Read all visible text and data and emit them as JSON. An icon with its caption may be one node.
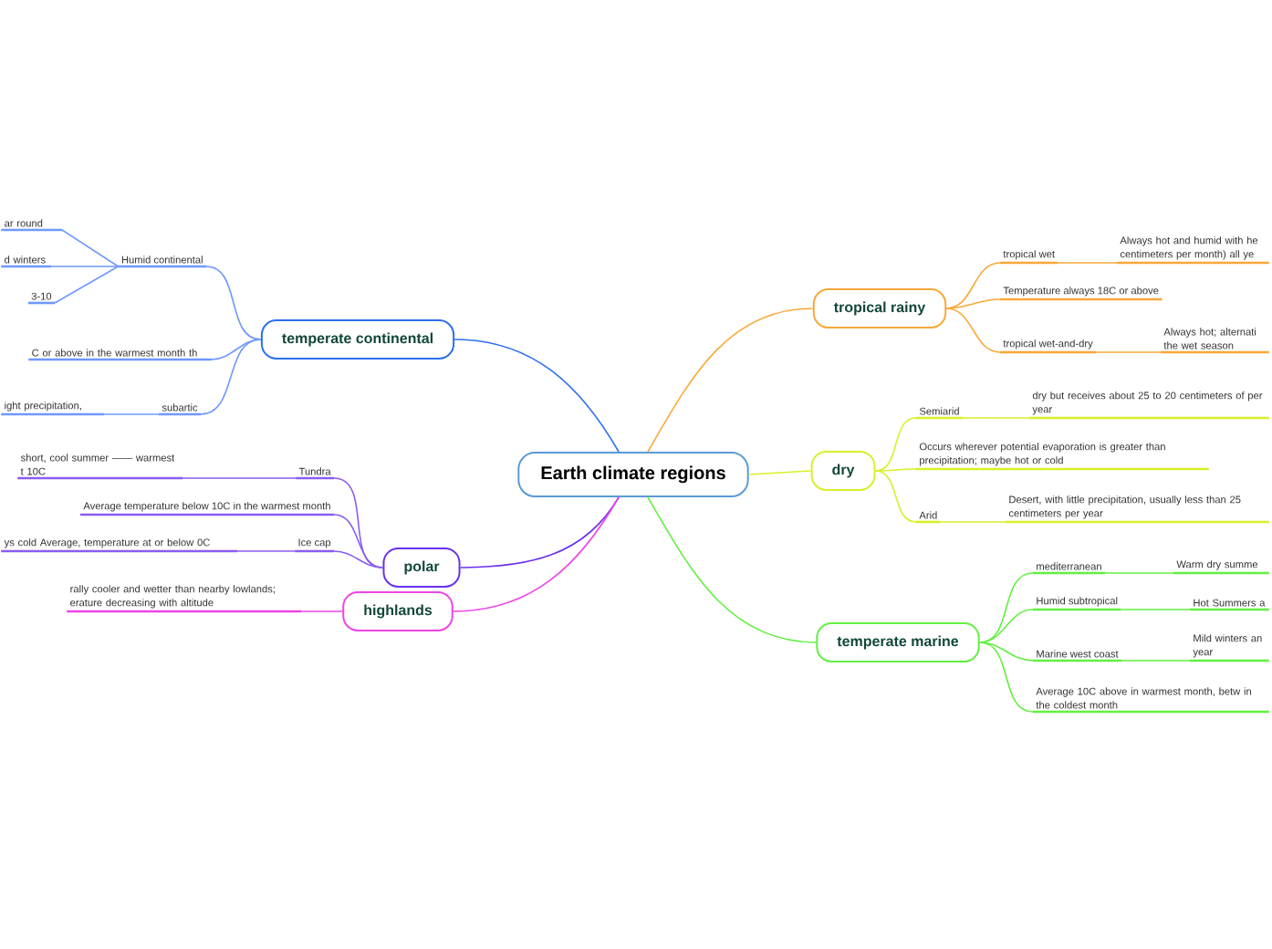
{
  "diagram": {
    "nodes": [
      {
        "text": [
          "Earth climate regions"
        ]
      },
      {
        "text": [
          "tropical rainy"
        ]
      },
      {
        "text": [
          "tropical wet"
        ]
      },
      {
        "text": [
          "Always hot and humid with he centimeters per month) all ye"
        ]
      },
      {
        "text": [
          "Temperature always 18C or above"
        ]
      },
      {
        "text": [
          "tropical wet-and-dry"
        ]
      },
      {
        "text": [
          "Always hot; alternati the wet season"
        ]
      },
      {
        "text": [
          "dry"
        ]
      },
      {
        "text": [
          "Semiarid"
        ]
      },
      {
        "text": [
          "dry but receives about 25 to 20 centimeters of per year"
        ]
      },
      {
        "text": [
          "Occurs wherever potential evaporation is greater than precipitation; maybe hot or cold"
        ]
      },
      {
        "text": [
          "Arid"
        ]
      },
      {
        "text": [
          "Desert, with  little precipitation, usually less than 25 centimeters per year"
        ]
      },
      {
        "text": [
          "temperate marine"
        ]
      },
      {
        "text": [
          "mediterranean"
        ]
      },
      {
        "text": [
          "Warm dry summe"
        ]
      },
      {
        "text": [
          "Humid subtropical"
        ]
      },
      {
        "text": [
          "Hot Summers a"
        ]
      },
      {
        "text": [
          "Marine west coast"
        ]
      },
      {
        "text": [
          "Mild winters an year"
        ]
      },
      {
        "text": [
          "Average 10C above in warmest month, betw in the coldest month"
        ]
      },
      {
        "text": [
          "temperate continental"
        ]
      },
      {
        "text": [
          "Humid continental"
        ]
      },
      {
        "text": [
          "ar round"
        ]
      },
      {
        "text": [
          "d winters"
        ]
      },
      {
        "text": [
          "3-10"
        ]
      },
      {
        "text": [
          "C or above in the warmest month th"
        ]
      },
      {
        "text": [
          "subartic"
        ]
      },
      {
        "text": [
          "ight precipitation,"
        ]
      },
      {
        "text": [
          "polar"
        ]
      },
      {
        "text": [
          "Tundra"
        ]
      },
      {
        "text": [
          "short, cool summer —— warmest t 10C"
        ]
      },
      {
        "text": [
          "Average temperature below 10C in the warmest month"
        ]
      },
      {
        "text": [
          "Ice cap"
        ]
      },
      {
        "text": [
          "ys cold Average, temperature at or below 0C"
        ]
      },
      {
        "text": [
          "highlands"
        ]
      },
      {
        "text": [
          "rally cooler and wetter than nearby lowlands; erature decreasing with altitude"
        ]
      }
    ],
    "edges": [
      {
        "from": 0,
        "to": 1,
        "arrow": "none",
        "color": "#f9a83a"
      },
      {
        "from": 1,
        "to": 2,
        "arrow": "none",
        "color": "#f9a83a"
      },
      {
        "from": 2,
        "to": 3,
        "arrow": "none",
        "color": "#f9a83a"
      },
      {
        "from": 1,
        "to": 4,
        "arrow": "none",
        "color": "#f9a83a"
      },
      {
        "from": 1,
        "to": 5,
        "arrow": "none",
        "color": "#f9a83a"
      },
      {
        "from": 5,
        "to": 6,
        "arrow": "none",
        "color": "#f9a83a"
      },
      {
        "from": 0,
        "to": 7,
        "arrow": "none",
        "color": "#d8f02a"
      },
      {
        "from": 7,
        "to": 8,
        "arrow": "none",
        "color": "#d8f02a"
      },
      {
        "from": 8,
        "to": 9,
        "arrow": "none",
        "color": "#d8f02a"
      },
      {
        "from": 7,
        "to": 10,
        "arrow": "none",
        "color": "#d8f02a"
      },
      {
        "from": 7,
        "to": 11,
        "arrow": "none",
        "color": "#d8f02a"
      },
      {
        "from": 11,
        "to": 12,
        "arrow": "none",
        "color": "#d8f02a"
      },
      {
        "from": 0,
        "to": 13,
        "arrow": "none",
        "color": "#62f040"
      },
      {
        "from": 13,
        "to": 14,
        "arrow": "none",
        "color": "#62f040"
      },
      {
        "from": 14,
        "to": 15,
        "arrow": "none",
        "color": "#62f040"
      },
      {
        "from": 13,
        "to": 16,
        "arrow": "none",
        "color": "#62f040"
      },
      {
        "from": 16,
        "to": 17,
        "arrow": "none",
        "color": "#62f040"
      },
      {
        "from": 13,
        "to": 18,
        "arrow": "none",
        "color": "#62f040"
      },
      {
        "from": 18,
        "to": 19,
        "arrow": "none",
        "color": "#62f040"
      },
      {
        "from": 13,
        "to": 20,
        "arrow": "none",
        "color": "#62f040"
      },
      {
        "from": 0,
        "to": 21,
        "arrow": "none",
        "color": "#2f6ff0"
      },
      {
        "from": 21,
        "to": 22,
        "arrow": "none",
        "color": "#6f98ff"
      },
      {
        "from": 22,
        "to": 23,
        "arrow": "none",
        "color": "#6f98ff"
      },
      {
        "from": 22,
        "to": 24,
        "arrow": "none",
        "color": "#6f98ff"
      },
      {
        "from": 22,
        "to": 25,
        "arrow": "none",
        "color": "#6f98ff"
      },
      {
        "from": 21,
        "to": 26,
        "arrow": "none",
        "color": "#6f98ff"
      },
      {
        "from": 21,
        "to": 27,
        "arrow": "none",
        "color": "#6f98ff"
      },
      {
        "from": 27,
        "to": 28,
        "arrow": "none",
        "color": "#6f98ff"
      },
      {
        "from": 0,
        "to": 29,
        "arrow": "none",
        "color": "#6a30ee"
      },
      {
        "from": 29,
        "to": 30,
        "arrow": "none",
        "color": "#8a5cf2"
      },
      {
        "from": 30,
        "to": 31,
        "arrow": "none",
        "color": "#8a5cf2"
      },
      {
        "from": 29,
        "to": 32,
        "arrow": "none",
        "color": "#8a5cf2"
      },
      {
        "from": 29,
        "to": 33,
        "arrow": "none",
        "color": "#8a5cf2"
      },
      {
        "from": 33,
        "to": 34,
        "arrow": "none",
        "color": "#8a5cf2"
      },
      {
        "from": 0,
        "to": 35,
        "arrow": "none",
        "color": "#ee44e6"
      },
      {
        "from": 35,
        "to": 36,
        "arrow": "none",
        "color": "#ee44e6"
      }
    ]
  }
}
